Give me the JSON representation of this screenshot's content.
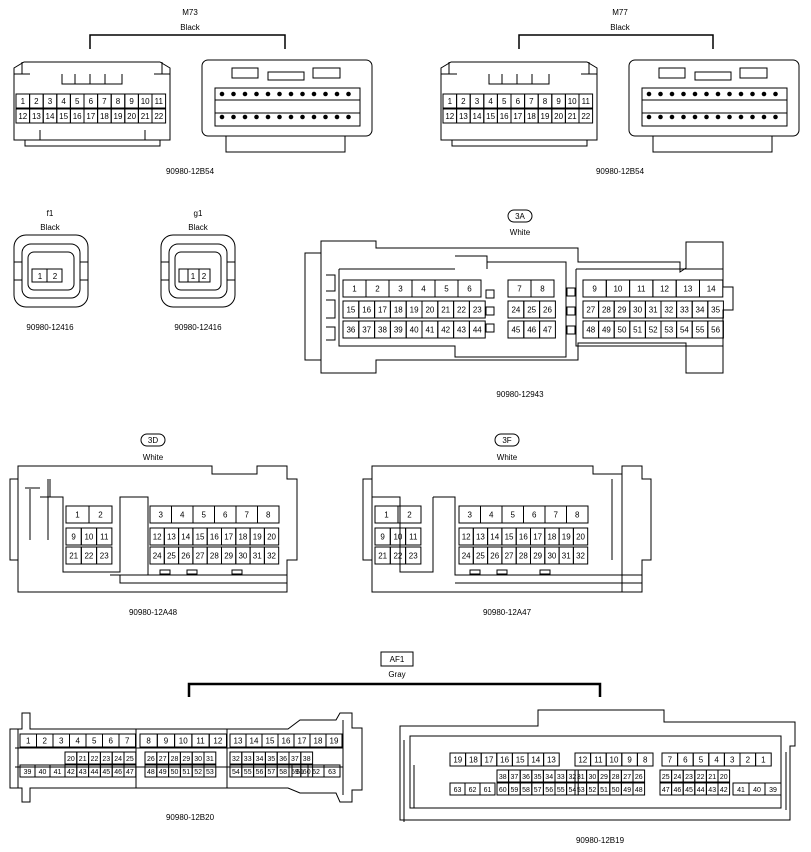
{
  "connectors": {
    "m73": {
      "code": "M73",
      "color": "Black",
      "part": "90980-12B54",
      "row1": [
        "1",
        "2",
        "3",
        "4",
        "5",
        "6",
        "7",
        "8",
        "9",
        "10",
        "11"
      ],
      "row2": [
        "12",
        "13",
        "14",
        "15",
        "16",
        "17",
        "18",
        "19",
        "20",
        "21",
        "22"
      ]
    },
    "m77": {
      "code": "M77",
      "color": "Black",
      "part": "90980-12B54",
      "row1": [
        "1",
        "2",
        "3",
        "4",
        "5",
        "6",
        "7",
        "8",
        "9",
        "10",
        "11"
      ],
      "row2": [
        "12",
        "13",
        "14",
        "15",
        "16",
        "17",
        "18",
        "19",
        "20",
        "21",
        "22"
      ]
    },
    "f1": {
      "code": "f1",
      "color": "Black",
      "part": "90980-12416",
      "pins": [
        "1",
        "2"
      ]
    },
    "g1": {
      "code": "g1",
      "color": "Black",
      "part": "90980-12416",
      "pins": [
        "1",
        "2"
      ]
    },
    "c3a": {
      "code": "3A",
      "color": "White",
      "part": "90980-12943",
      "left": [
        [
          "1",
          "2",
          "3",
          "4",
          "5",
          "6",
          ""
        ],
        [
          "15",
          "16",
          "17",
          "18",
          "19",
          "20",
          "21",
          "22",
          "23"
        ],
        [
          "36",
          "37",
          "38",
          "39",
          "40",
          "41",
          "42",
          "43",
          "44"
        ]
      ],
      "mid": [
        [
          "7",
          "8"
        ],
        [
          "24",
          "25",
          "26"
        ],
        [
          "45",
          "46",
          "47"
        ]
      ],
      "right": [
        [
          "9",
          "10",
          "11",
          "12",
          "13",
          "14"
        ],
        [
          "27",
          "28",
          "29",
          "30",
          "31",
          "32",
          "33",
          "34",
          "35"
        ],
        [
          "48",
          "49",
          "50",
          "51",
          "52",
          "53",
          "54",
          "55",
          "56"
        ]
      ]
    },
    "c3d": {
      "code": "3D",
      "color": "White",
      "part": "90980-12A48",
      "left": [
        [
          "1",
          "2"
        ],
        [
          "9",
          "10",
          "11"
        ],
        [
          "21",
          "22",
          "23"
        ]
      ],
      "right": [
        [
          "3",
          "4",
          "5",
          "6",
          "7",
          "8"
        ],
        [
          "12",
          "13",
          "14",
          "15",
          "16",
          "17",
          "18",
          "19",
          "20"
        ],
        [
          "24",
          "25",
          "26",
          "27",
          "28",
          "29",
          "30",
          "31",
          "32"
        ]
      ]
    },
    "c3f": {
      "code": "3F",
      "color": "White",
      "part": "90980-12A47",
      "left": [
        [
          "1",
          "2"
        ],
        [
          "9",
          "10",
          "11"
        ],
        [
          "21",
          "22",
          "23"
        ]
      ],
      "right": [
        [
          "3",
          "4",
          "5",
          "6",
          "7",
          "8"
        ],
        [
          "12",
          "13",
          "14",
          "15",
          "16",
          "17",
          "18",
          "19",
          "20"
        ],
        [
          "24",
          "25",
          "26",
          "27",
          "28",
          "29",
          "30",
          "31",
          "32"
        ]
      ]
    },
    "af1": {
      "code": "AF1",
      "color": "Gray",
      "part_left": "90980-12B20",
      "part_right": "90980-12B19",
      "left_row1": [
        "1",
        "2",
        "3",
        "4",
        "5",
        "6",
        "7",
        "8",
        "9",
        "10",
        "11",
        "12",
        "13",
        "14",
        "15",
        "16",
        "17",
        "18",
        "19"
      ],
      "left_row2": [
        "20",
        "21",
        "22",
        "23",
        "24",
        "25",
        "26",
        "27",
        "28",
        "29",
        "30",
        "31",
        "32",
        "33",
        "34",
        "35",
        "36",
        "37",
        "38"
      ],
      "left_row3": [
        "39",
        "40",
        "41",
        "42",
        "43",
        "44",
        "45",
        "46",
        "47",
        "48",
        "49",
        "50",
        "51",
        "52",
        "53",
        "54",
        "55",
        "56",
        "57",
        "58",
        "59",
        "60",
        "61",
        "62",
        "63"
      ],
      "right_row1": [
        "19",
        "18",
        "17",
        "16",
        "15",
        "14",
        "13",
        "12",
        "11",
        "10",
        "9",
        "8",
        "7",
        "6",
        "5",
        "4",
        "3",
        "2",
        "1"
      ],
      "right_row2": [
        "38",
        "37",
        "36",
        "35",
        "34",
        "33",
        "32",
        "31",
        "30",
        "29",
        "28",
        "27",
        "26",
        "25",
        "24",
        "23",
        "22",
        "21",
        "20"
      ],
      "right_row3": [
        "63",
        "62",
        "61",
        "60",
        "59",
        "58",
        "57",
        "56",
        "55",
        "54",
        "53",
        "52",
        "51",
        "50",
        "49",
        "48",
        "47",
        "46",
        "45",
        "44",
        "43",
        "42",
        "41",
        "40",
        "39"
      ]
    }
  }
}
